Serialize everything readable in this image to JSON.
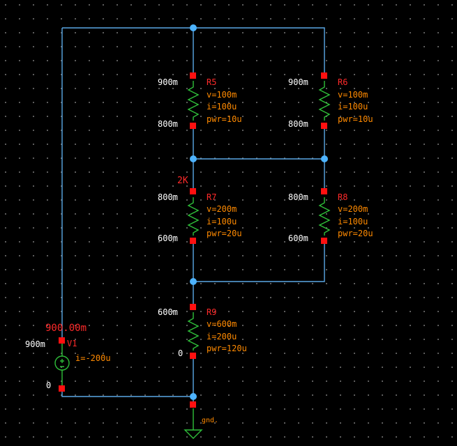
{
  "nodes": {
    "r5_top": "900m",
    "r5_bot": "800m",
    "r6_top": "900m",
    "r6_bot": "800m",
    "r7_top": "800m",
    "r7_bot": "600m",
    "r8_top": "800m",
    "r8_bot": "600m",
    "r9_top": "600m",
    "r9_bot": "0",
    "v1_top": "900m",
    "v1_bot": "0",
    "v1_probe": "900.00m",
    "r7_extra": "2K"
  },
  "components": [
    {
      "id": "r5",
      "name": "R5",
      "params": [
        "v=100m",
        "i=100u",
        "pwr=10u"
      ]
    },
    {
      "id": "r6",
      "name": "R6",
      "params": [
        "v=100m",
        "i=100u",
        "pwr=10u"
      ]
    },
    {
      "id": "r7",
      "name": "R7",
      "params": [
        "v=200m",
        "i=100u",
        "pwr=20u"
      ]
    },
    {
      "id": "r8",
      "name": "R8",
      "params": [
        "v=200m",
        "i=100u",
        "pwr=20u"
      ]
    },
    {
      "id": "r9",
      "name": "R9",
      "params": [
        "v=600m",
        "i=200u",
        "pwr=120u"
      ]
    },
    {
      "id": "v1",
      "name": "V1",
      "params": [
        "i=-200u"
      ]
    }
  ],
  "ground": {
    "label": "gnd."
  },
  "colors": {
    "wire": "#5aa8e6",
    "resistor": "#2fbf3a",
    "pin": "#ff1010",
    "instance": "#ff2a2a",
    "param": "#ff8a00"
  }
}
